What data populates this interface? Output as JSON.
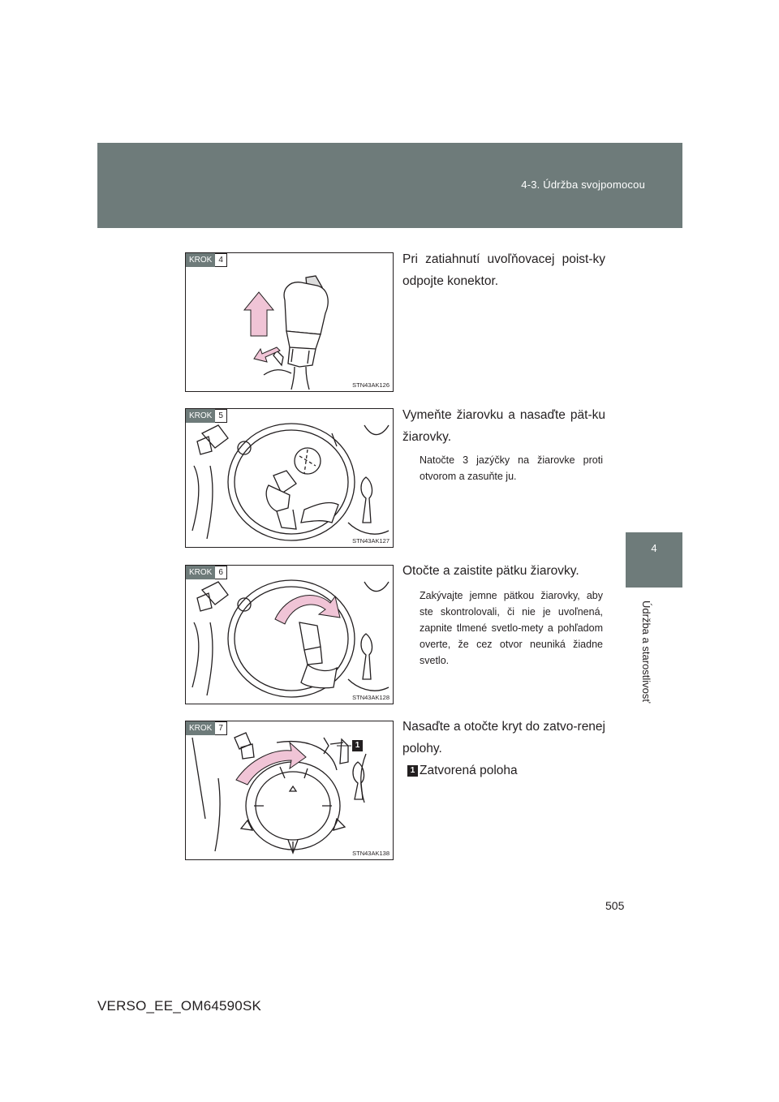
{
  "header": {
    "title": "4-3. Údržba svojpomocou"
  },
  "side_tab": {
    "number": "4",
    "label": "Údržba a starostlivosť"
  },
  "steps": [
    {
      "badge_word": "KROK",
      "badge_num": "4",
      "figure_code": "STN43AK126",
      "text": "Pri zatiahnutí uvoľňovacej poist-ky odpojte konektor.",
      "note": ""
    },
    {
      "badge_word": "KROK",
      "badge_num": "5",
      "figure_code": "STN43AK127",
      "text": "Vymeňte žiarovku a nasaďte pät-ku žiarovky.",
      "note": "Natočte 3 jazýčky na žiarovke proti otvorom a zasuňte ju."
    },
    {
      "badge_word": "KROK",
      "badge_num": "6",
      "figure_code": "STN43AK128",
      "text": "Otočte a zaistite pätku žiarovky.",
      "note": "Zakývajte jemne pätkou žiarovky, aby ste skontrolovali, či nie je uvoľnená, zapnite tlmené svetlo-mety a pohľadom overte, že cez otvor neuniká žiadne svetlo."
    },
    {
      "badge_word": "KROK",
      "badge_num": "7",
      "figure_code": "STN43AK138",
      "text": "Nasaďte a otočte kryt do zatvo-renej polohy.",
      "note": "",
      "callout_num": "1",
      "legend_label": "Zatvorená poloha"
    }
  ],
  "page_number": "505",
  "doc_code": "VERSO_EE_OM64590SK",
  "colors": {
    "band": "#6e7b7a",
    "arrow": "#f0c4d6",
    "ink": "#231f20"
  }
}
